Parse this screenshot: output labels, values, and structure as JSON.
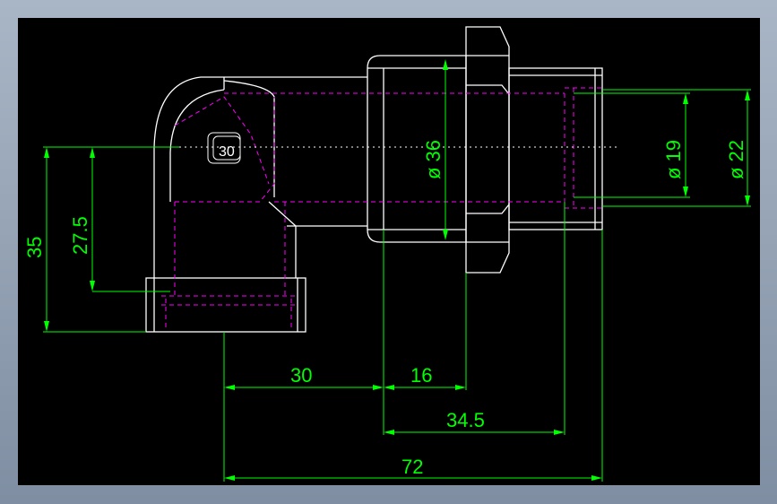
{
  "drawing": {
    "dimensions": {
      "d35": "35",
      "d27_5": "27.5",
      "d30": "30",
      "d16": "16",
      "d34_5": "34.5",
      "d72": "72",
      "d36": "ø 36",
      "d19": "ø 19",
      "d22": "ø 22"
    },
    "marker_label": "30"
  },
  "colors": {
    "outline": "#ffffff",
    "hidden": "#ff00ff",
    "dimension": "#00ff00",
    "background": "#000000"
  }
}
